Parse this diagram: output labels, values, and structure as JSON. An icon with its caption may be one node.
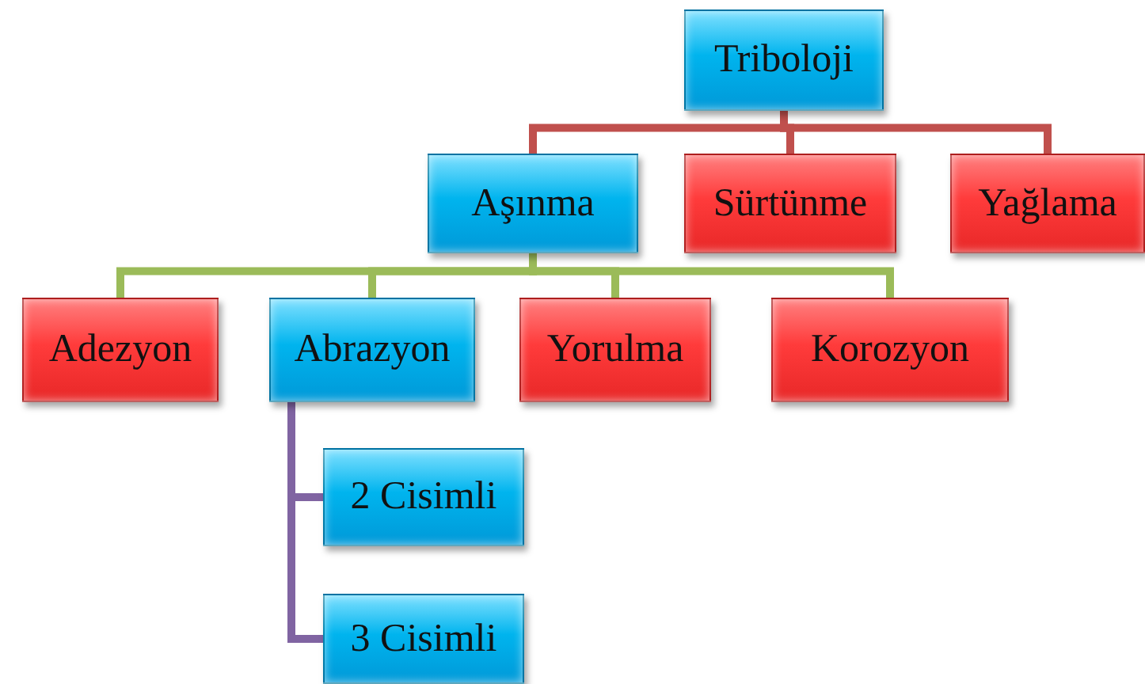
{
  "diagram": {
    "nodes": [
      {
        "text": [
          "Triboloji"
        ]
      },
      {
        "text": [
          "Aşınma"
        ]
      },
      {
        "text": [
          "Sürtünme"
        ]
      },
      {
        "text": [
          "Yağlama"
        ]
      },
      {
        "text": [
          "Adezyon"
        ]
      },
      {
        "text": [
          "Abrazyon"
        ]
      },
      {
        "text": [
          "Yorulma"
        ]
      },
      {
        "text": [
          "Korozyon"
        ]
      },
      {
        "text": [
          "2 Cisimli"
        ]
      },
      {
        "text": [
          "3 Cisimli"
        ]
      }
    ],
    "edges": [
      {
        "from": 0,
        "to": 1,
        "arrow": "none",
        "color": "#c0504d"
      },
      {
        "from": 0,
        "to": 2,
        "arrow": "none",
        "color": "#c0504d"
      },
      {
        "from": 0,
        "to": 3,
        "arrow": "none",
        "color": "#c0504d"
      },
      {
        "from": 1,
        "to": 4,
        "arrow": "none",
        "color": "#9bbb59"
      },
      {
        "from": 1,
        "to": 5,
        "arrow": "none",
        "color": "#9bbb59"
      },
      {
        "from": 1,
        "to": 6,
        "arrow": "none",
        "color": "#9bbb59"
      },
      {
        "from": 1,
        "to": 7,
        "arrow": "none",
        "color": "#9bbb59"
      },
      {
        "from": 5,
        "to": 8,
        "arrow": "none",
        "color": "#8064a2"
      },
      {
        "from": 5,
        "to": 9,
        "arrow": "none",
        "color": "#8064a2"
      }
    ]
  }
}
